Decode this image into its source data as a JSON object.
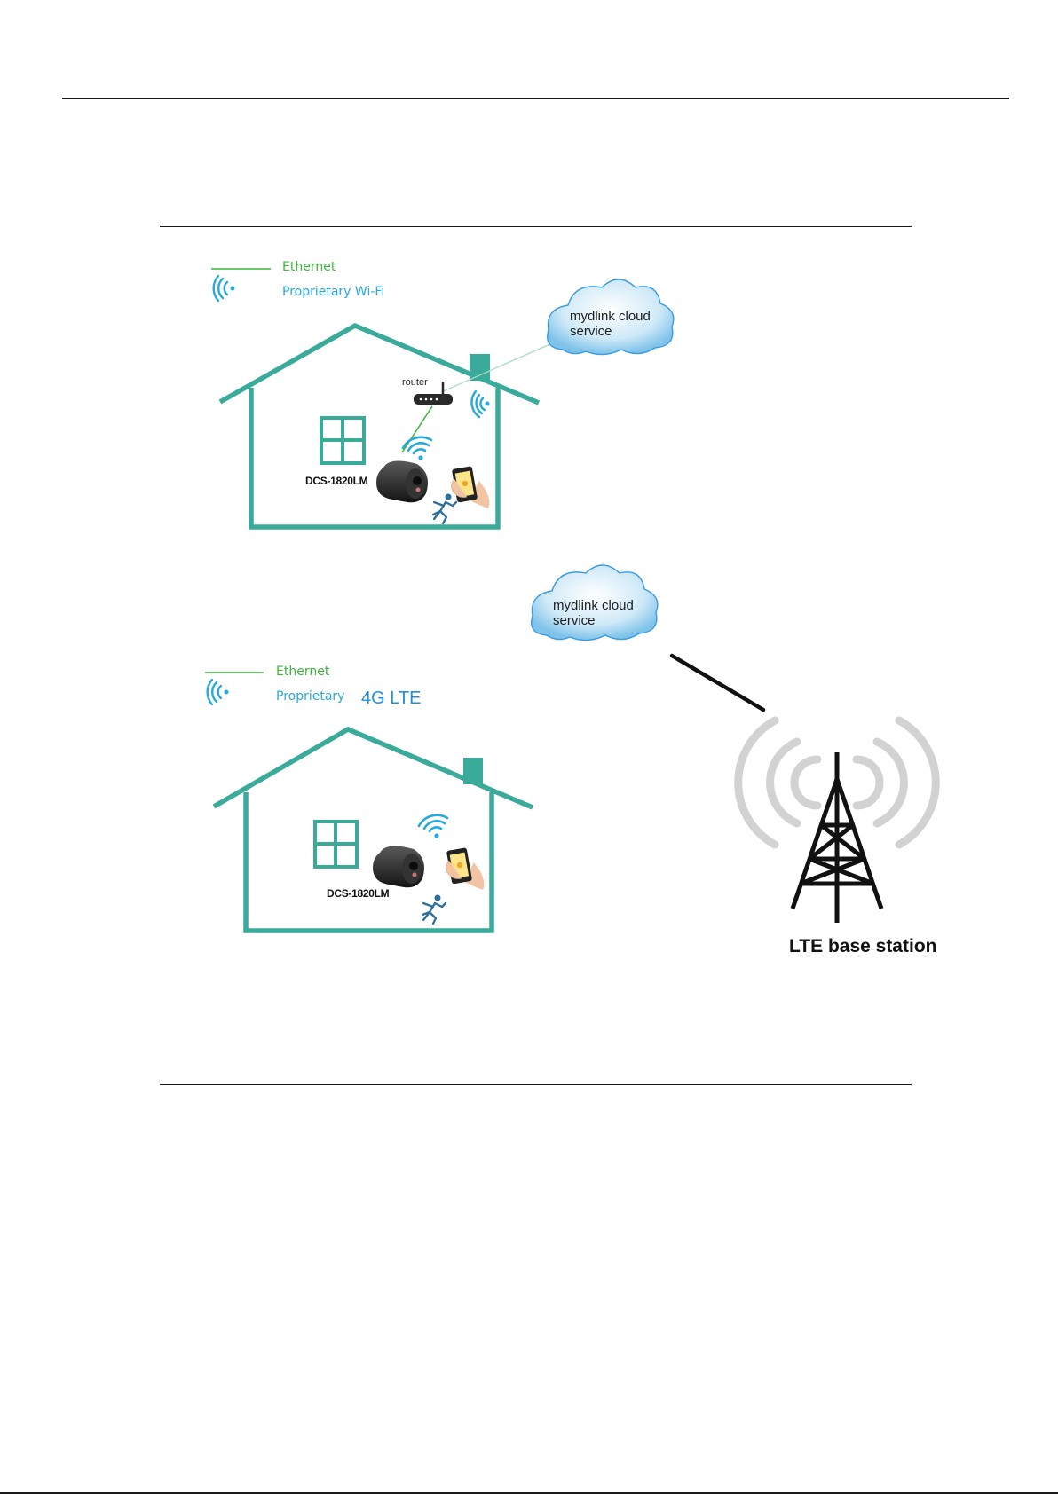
{
  "diagram_wifi": {
    "legend": {
      "ethernet": "Ethernet",
      "wireless": "Proprietary Wi-Fi"
    },
    "cloud": {
      "line1": "mydlink cloud",
      "line2": "service"
    },
    "router_label": "router",
    "camera_label": "DCS-1820LM"
  },
  "diagram_lte": {
    "legend": {
      "ethernet": "Ethernet",
      "wireless": "Proprietary",
      "wireless_suffix": "4G LTE"
    },
    "cloud": {
      "line1": "mydlink cloud",
      "line2": "service"
    },
    "camera_label": "DCS-1820LM",
    "station_label": "LTE base station"
  },
  "colors": {
    "house": "#3aaa9a",
    "ethernet": "#3cb53c",
    "wifi": "#27a9de",
    "lte_label": "#1f90e0",
    "cloud_fill": "#bde2f7"
  }
}
